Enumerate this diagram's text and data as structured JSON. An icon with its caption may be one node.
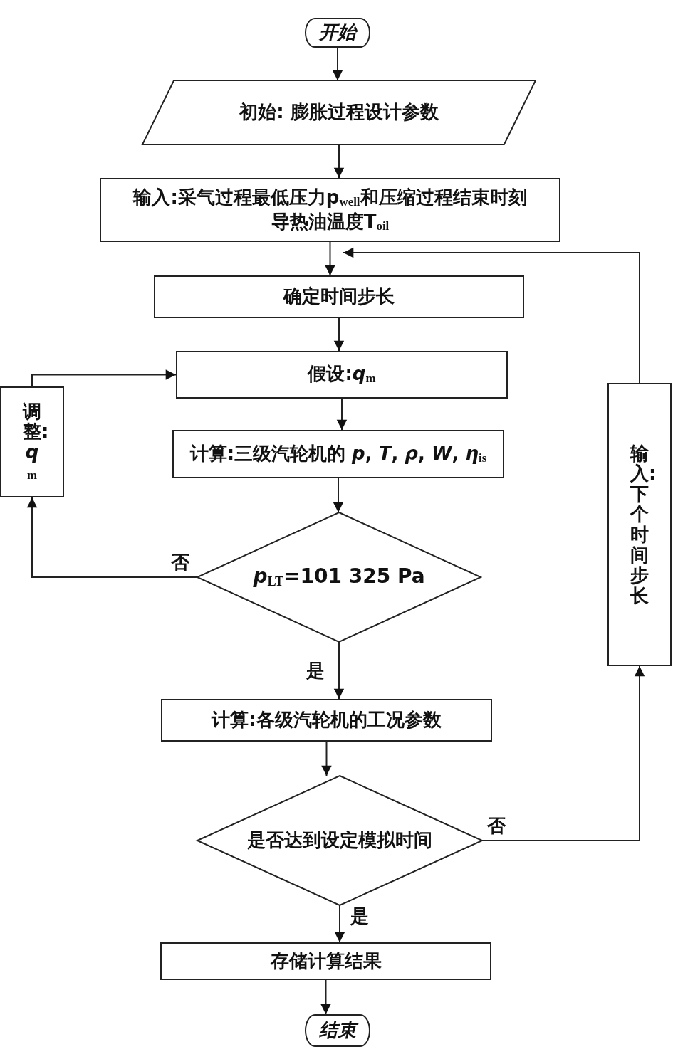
{
  "diagram": {
    "nodes": [
      {
        "text": [
          "开始"
        ]
      },
      {
        "text": [
          "初始: 膨胀过程设计参数"
        ]
      },
      {
        "text": [
          "输入:采气过程最低压力p$_{well}$和压缩过程结束时刻导热油温度T$_{oil}$"
        ]
      },
      {
        "text": [
          "确定时间步长"
        ]
      },
      {
        "text": [
          "假设:*q*$_{m}$"
        ]
      },
      {
        "text": [
          "计算:三级汽轮机的 *p*, *T*, *ρ*, *W*, *η*$_{is}$"
        ]
      },
      {
        "text": [
          "*p*$_{LT}$=101 325 Pa"
        ]
      },
      {
        "text": [
          "调整:*q*$_{m}$"
        ]
      },
      {
        "text": [
          "计算:各级汽轮机的工况参数"
        ]
      },
      {
        "text": [
          "是否达到设定模拟时间"
        ]
      },
      {
        "text": [
          "输入:下个时间步长"
        ]
      },
      {
        "text": [
          "存储计算结果"
        ]
      },
      {
        "text": [
          "结束"
        ]
      }
    ],
    "edges": [
      {
        "from": 0,
        "to": 1,
        "arrow": "to"
      },
      {
        "from": 1,
        "to": 2,
        "arrow": "to"
      },
      {
        "from": 2,
        "to": 3,
        "arrow": "to"
      },
      {
        "from": 3,
        "to": 4,
        "arrow": "to"
      },
      {
        "from": 4,
        "to": 5,
        "arrow": "to"
      },
      {
        "from": 5,
        "to": 6,
        "arrow": "to"
      },
      {
        "from": 6,
        "to": 7,
        "arrow": "to",
        "label": "否"
      },
      {
        "from": 7,
        "to": 4,
        "arrow": "to"
      },
      {
        "from": 6,
        "to": 8,
        "arrow": "to",
        "label": "是"
      },
      {
        "from": 8,
        "to": 9,
        "arrow": "to"
      },
      {
        "from": 9,
        "to": 10,
        "arrow": "to",
        "label": "否"
      },
      {
        "from": 10,
        "to": 3,
        "arrow": "to"
      },
      {
        "from": 9,
        "to": 11,
        "arrow": "to",
        "label": "是"
      },
      {
        "from": 11,
        "to": 12,
        "arrow": "to"
      }
    ]
  }
}
